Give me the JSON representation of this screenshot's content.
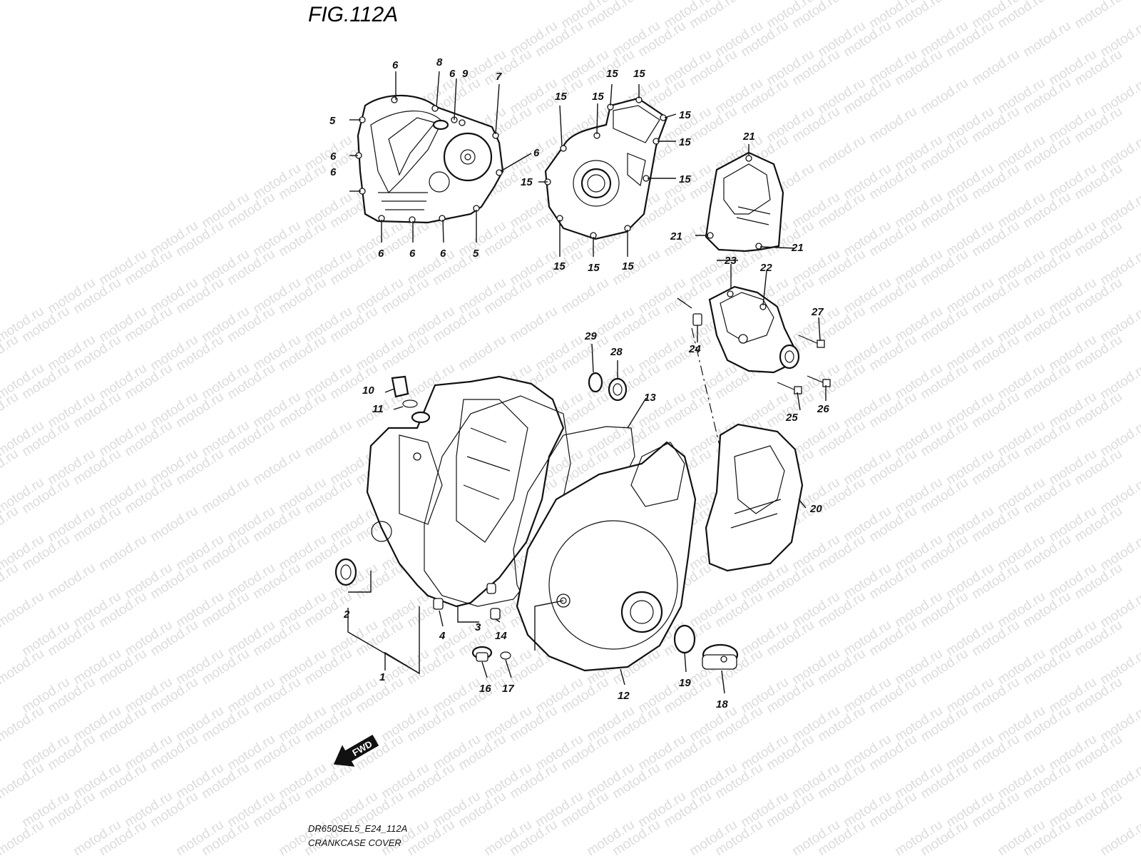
{
  "figure": {
    "title": "FIG.112A",
    "code": "DR650SEL5_E24_112A",
    "caption": "CRANKCASE COVER"
  },
  "watermark": "motod.ru",
  "fwd_label": "FWD",
  "callouts": {
    "c1": "1",
    "c2": "2",
    "c3": "3",
    "c4": "4",
    "c5a": "5",
    "c5b": "5",
    "c6a": "6",
    "c6b": "6",
    "c6c": "6",
    "c6d": "6",
    "c6e": "6",
    "c6f": "6",
    "c6g": "6",
    "c6h": "6",
    "c7": "7",
    "c8": "8",
    "c9": "9",
    "c10": "10",
    "c11": "11",
    "c12": "12",
    "c13": "13",
    "c14": "14",
    "c15a": "15",
    "c15b": "15",
    "c15c": "15",
    "c15d": "15",
    "c15e": "15",
    "c15f": "15",
    "c15g": "15",
    "c15h": "15",
    "c15i": "15",
    "c15j": "15",
    "c16": "16",
    "c17": "17",
    "c18": "18",
    "c19": "19",
    "c20": "20",
    "c21a": "21",
    "c21b": "21",
    "c21c": "21",
    "c22": "22",
    "c23": "23",
    "c24": "24",
    "c25": "25",
    "c26": "26",
    "c27": "27",
    "c28": "28",
    "c29": "29"
  }
}
